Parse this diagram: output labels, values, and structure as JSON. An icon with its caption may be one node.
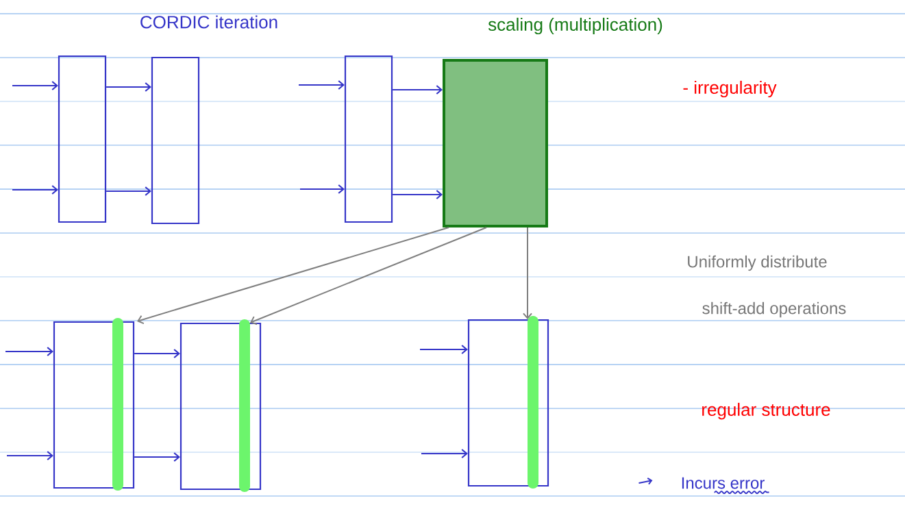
{
  "diagram": {
    "nodes": [
      {
        "text": [],
        "shape": "box"
      },
      {
        "text": [],
        "shape": "box"
      },
      {
        "text": [],
        "shape": "box"
      },
      {
        "text": [],
        "shape": "box"
      },
      {
        "text": [],
        "shape": "box"
      },
      {
        "text": [],
        "shape": "box"
      },
      {
        "text": [],
        "shape": "box"
      }
    ],
    "edges": [
      {
        "from": null,
        "to": 0,
        "arrow": "to"
      },
      {
        "from": null,
        "to": 0,
        "arrow": "to"
      },
      {
        "from": 0,
        "to": 1,
        "arrow": "to"
      },
      {
        "from": 0,
        "to": 1,
        "arrow": "to"
      },
      {
        "from": null,
        "to": 2,
        "arrow": "to"
      },
      {
        "from": null,
        "to": 2,
        "arrow": "to"
      },
      {
        "from": 2,
        "to": 3,
        "arrow": "to"
      },
      {
        "from": 2,
        "to": 3,
        "arrow": "to"
      },
      {
        "from": 3,
        "to": 4,
        "arrow": "to",
        "color": "#808080"
      },
      {
        "from": 3,
        "to": 5,
        "arrow": "to",
        "color": "#808080"
      },
      {
        "from": 3,
        "to": 6,
        "arrow": "to",
        "color": "#808080"
      },
      {
        "from": null,
        "to": 4,
        "arrow": "to"
      },
      {
        "from": null,
        "to": 4,
        "arrow": "to"
      },
      {
        "from": 4,
        "to": 5,
        "arrow": "to"
      },
      {
        "from": 4,
        "to": 5,
        "arrow": "to"
      },
      {
        "from": null,
        "to": 6,
        "arrow": "to"
      },
      {
        "from": null,
        "to": 6,
        "arrow": "to"
      }
    ],
    "labels": [
      "CORDIC iteration",
      "scaling (multiplication)",
      "- irregularity",
      "Uniformly distribute",
      "shift-add operations",
      "regular structure",
      "Incurs error"
    ]
  }
}
